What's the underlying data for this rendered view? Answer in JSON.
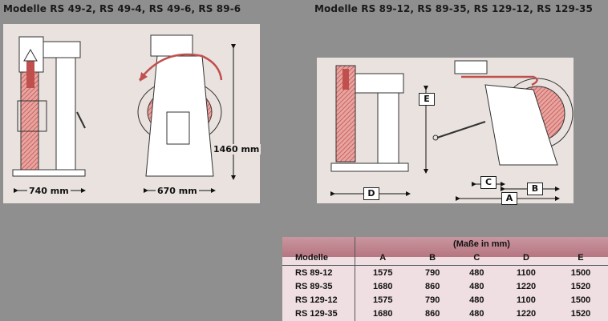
{
  "headings": {
    "left": "Modelle RS 49-2, RS 49-4, RS 49-6, RS 89-6",
    "right": "Modelle RS 89-12, RS 89-35, RS 129-12, RS 129-35"
  },
  "left_dimensions": {
    "width_side": "740 mm",
    "width_front": "670 mm",
    "height": "1460 mm"
  },
  "right_labels": [
    "A",
    "B",
    "C",
    "D",
    "E"
  ],
  "table": {
    "unit_header": "(Maße in mm)",
    "columns": [
      "Modelle",
      "A",
      "B",
      "C",
      "D",
      "E"
    ],
    "rows": [
      [
        "RS 89-12",
        "1575",
        "790",
        "480",
        "1100",
        "1500"
      ],
      [
        "RS 89-35",
        "1680",
        "860",
        "480",
        "1220",
        "1520"
      ],
      [
        "RS 129-12",
        "1575",
        "790",
        "480",
        "1100",
        "1500"
      ],
      [
        "RS 129-35",
        "1680",
        "860",
        "480",
        "1220",
        "1520"
      ]
    ]
  },
  "colors": {
    "background": "#8f8f8f",
    "panel": "#e9e2df",
    "arrow": "#c0504d",
    "table_header": "#b67681"
  }
}
